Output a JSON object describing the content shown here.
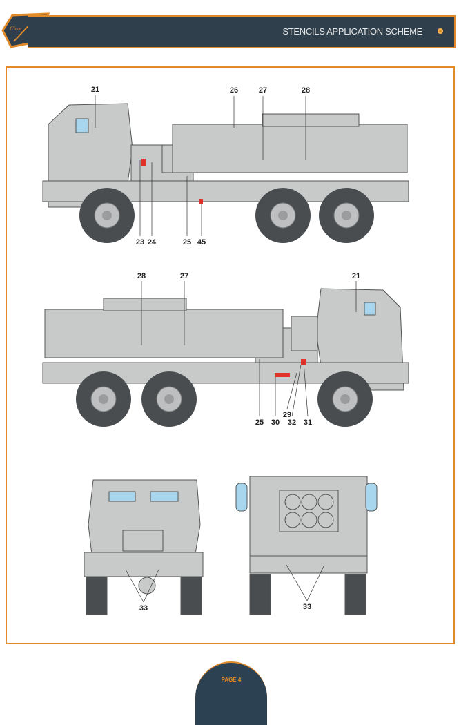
{
  "header": {
    "title": "STENCILS APPLICATION SCHEME",
    "logo_text": "Clear Prop!"
  },
  "colors": {
    "accent": "#e08a2a",
    "header_bg": "#2f3f4b",
    "vehicle": "#c8c9c9",
    "stencil": "#e0322a"
  },
  "views": {
    "left_side": {
      "callouts": [
        "21",
        "26",
        "27",
        "28",
        "23",
        "24",
        "25",
        "45"
      ]
    },
    "right_side": {
      "callouts": [
        "28",
        "27",
        "21",
        "25",
        "30",
        "29",
        "32",
        "31"
      ]
    },
    "front": {
      "callouts": [
        "33"
      ]
    },
    "rear": {
      "callouts": [
        "33"
      ]
    }
  },
  "footer": {
    "page": "PAGE 4"
  }
}
